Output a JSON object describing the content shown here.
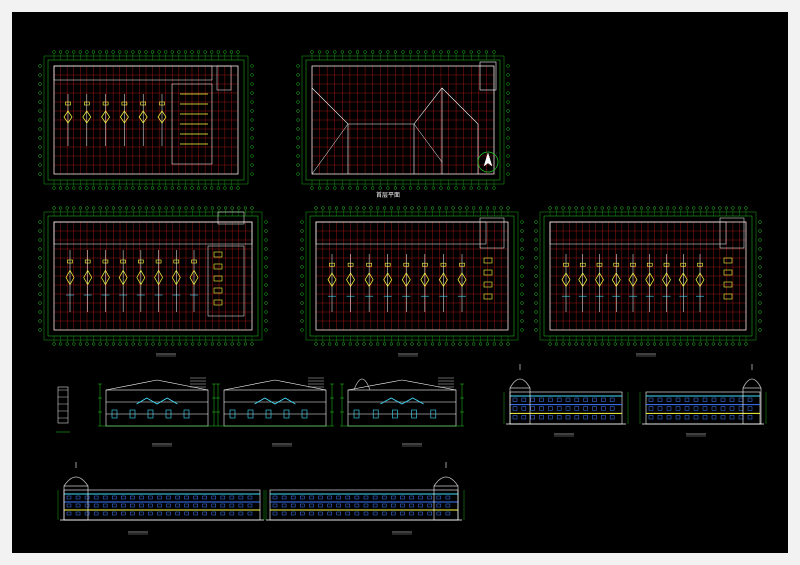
{
  "drawing": {
    "background": "#000000",
    "frame": "#e6e6e6",
    "colors": {
      "grid": "#d51c1c",
      "outline": "#ffffff",
      "dimension": "#20d020",
      "axis_bubble": "#20c020",
      "fixture": "#ffff40",
      "pipe": "#40e0ff",
      "note": "#ffffff",
      "elevation_band_blue": "#3c7cff",
      "elevation_band_cyan": "#40e0ff",
      "elevation_band_yellow": "#ffff40",
      "dome": "#c0c0c0"
    },
    "views": {
      "roof_drainage_plan": {
        "name": "roof-drainage-plan",
        "caption": ""
      },
      "roof_plan": {
        "name": "roof-plan",
        "caption": ""
      },
      "first_floor_plan": {
        "name": "first-floor-plan",
        "caption": ""
      },
      "second_floor_plan": {
        "name": "second-floor-plan",
        "caption": "首层平面"
      },
      "third_floor_plan": {
        "name": "third-floor-plan",
        "caption": ""
      },
      "section_1": {
        "name": "section-1"
      },
      "section_2": {
        "name": "section-2"
      },
      "section_3": {
        "name": "section-3"
      },
      "side_elevation_1": {
        "name": "side-elevation-1"
      },
      "side_elevation_2": {
        "name": "side-elevation-2"
      },
      "front_elevation_left": {
        "name": "front-elevation-left"
      },
      "front_elevation_right": {
        "name": "front-elevation-right"
      }
    }
  }
}
